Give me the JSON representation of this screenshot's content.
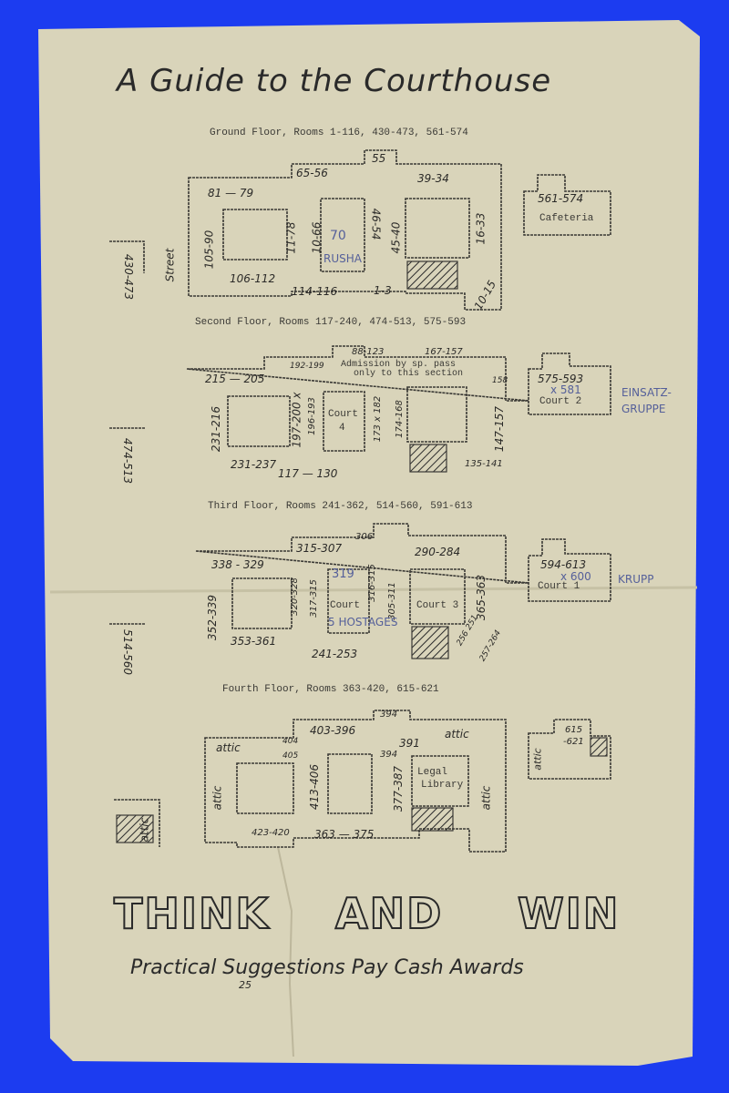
{
  "document": {
    "title": "A Guide to the Courthouse",
    "colors": {
      "background": "#1c3cf0",
      "paper": "#d9d4ba",
      "ink": "#2a2a2a",
      "pencil": "#55609a"
    }
  },
  "ground_floor": {
    "heading": "Ground Floor, Rooms 1-116, 430-473, 561-574",
    "labels": [
      "55",
      "65-56",
      "39-34",
      "81 — 79",
      "105-90",
      "11-78",
      "10-66",
      "46-54",
      "45-40",
      "16-33",
      "106-112",
      "114-116",
      "1-3",
      "10-15",
      "430-473",
      "Street",
      "561-574",
      "Cafeteria"
    ],
    "annotations": [
      "70",
      "RUSHA"
    ]
  },
  "second_floor": {
    "heading": "Second Floor, Rooms 117-240, 474-513, 575-593",
    "notice": [
      "Admission by sp. pass",
      "only to this section"
    ],
    "labels": [
      "88-123",
      "167-157",
      "192-199",
      "215 — 205",
      "158",
      "231-216",
      "197-200 x",
      "196-193",
      "Court",
      "4",
      "173 x 182",
      "174-168",
      "147-157",
      "231-237",
      "117 — 130",
      "135-141",
      "474-513",
      "575-593",
      "Court 2"
    ],
    "annotations": [
      "x 581",
      "EINSATZ-",
      "GRUPPE"
    ]
  },
  "third_floor": {
    "heading": "Third Floor, Rooms 241-362, 514-560, 591-613",
    "labels": [
      "315-307",
      "306",
      "290-284",
      "338 - 329",
      "352-339",
      "320-328",
      "317-315",
      "Court",
      "316-315",
      "305-311",
      "Court 3",
      "365-363",
      "353-361",
      "241-253",
      "256 251",
      "257-264",
      "514-560",
      "594-613",
      "Court 1"
    ],
    "annotations": [
      "319",
      "5 HOSTAGES",
      "x 600",
      "KRUPP"
    ]
  },
  "fourth_floor": {
    "heading": "Fourth Floor, Rooms 363-420, 615-621",
    "labels": [
      "394",
      "403-396",
      "404",
      "405",
      "attic",
      "391",
      "attic",
      "attic",
      "413-406",
      "394",
      "377-387",
      "Legal",
      "Library",
      "attic",
      "423-420",
      "363 — 375",
      "615",
      "-621",
      "attic",
      "attic"
    ]
  },
  "footer": {
    "words": [
      "THINK",
      "AND",
      "WIN"
    ],
    "slogan": "Practical Suggestions Pay Cash Awards",
    "page_mark": "25"
  }
}
